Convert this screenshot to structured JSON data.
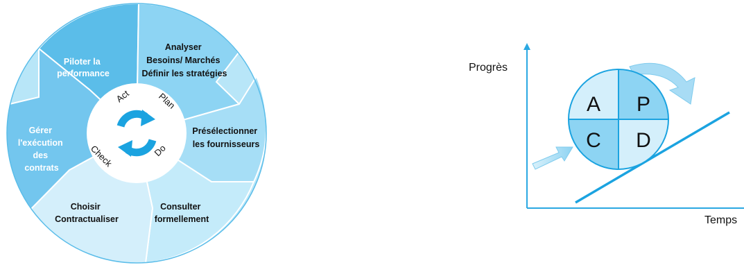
{
  "left_diagram": {
    "segments": [
      {
        "lines": [
          "Piloter la",
          "performance"
        ]
      },
      {
        "lines": [
          "Analyser",
          "Besoins/ Marchés",
          "Définir les stratégies"
        ]
      },
      {
        "lines": [
          "Présélectionner",
          "les fournisseurs"
        ]
      },
      {
        "lines": [
          "Consulter",
          "formellement"
        ]
      },
      {
        "lines": [
          "Choisir",
          "Contractualiser"
        ]
      },
      {
        "lines": [
          "Gérer",
          "l'exécution",
          "des",
          "contrats"
        ]
      }
    ],
    "ring_labels": {
      "act": "Act",
      "plan": "Plan",
      "do": "Do",
      "check": "Check"
    },
    "colors": {
      "dark_blue": "#5bbde9",
      "mid_blue": "#8dd4f3",
      "light_blue": "#b8e6f8",
      "pale_blue": "#d4effb",
      "stroke": "#ffffff",
      "cycle_icon": "#1ba3e0"
    }
  },
  "right_diagram": {
    "axis_y_label": "Progrès",
    "axis_x_label": "Temps",
    "quadrants": {
      "a": "A",
      "p": "P",
      "c": "C",
      "d": "D"
    },
    "colors": {
      "axis": "#2aa8e2",
      "quad_dark": "#8dd4f3",
      "quad_light": "#d4effb",
      "arrow": "#a8dcf5"
    }
  }
}
